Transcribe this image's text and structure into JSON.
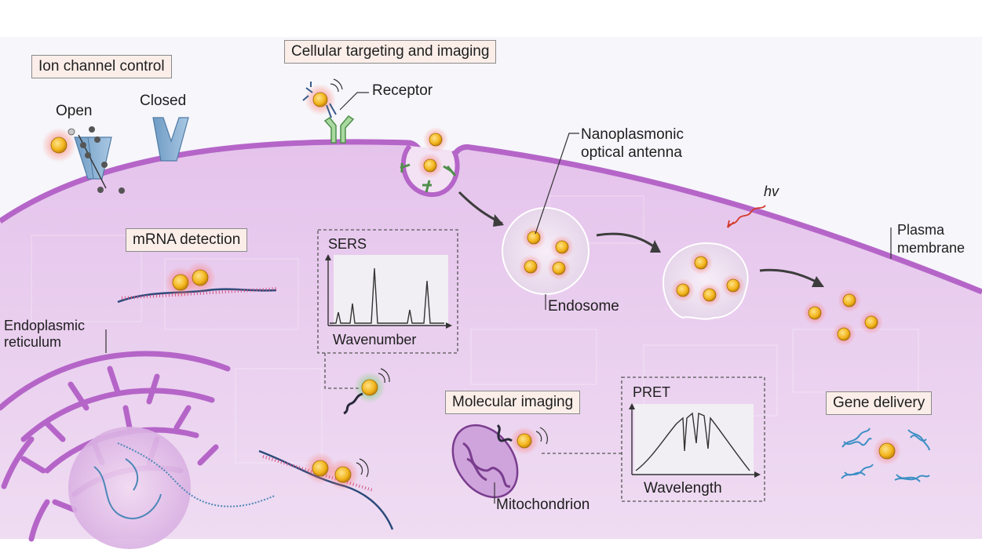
{
  "section_labels": {
    "ion_channel": "Ion channel control",
    "cellular_targeting": "Cellular targeting and imaging",
    "mrna": "mRNA detection",
    "molecular_imaging": "Molecular imaging",
    "gene_delivery": "Gene delivery"
  },
  "annotations": {
    "open": "Open",
    "closed": "Closed",
    "receptor": "Receptor",
    "nanoplasmonic": "Nanoplasmonic",
    "optical_antenna": "optical antenna",
    "hv": "hv",
    "plasma": "Plasma",
    "membrane": "membrane",
    "endosome": "Endosome",
    "endoplasmic": "Endoplasmic",
    "reticulum": "reticulum",
    "mitochondrion": "Mitochondrion"
  },
  "sers_panel": {
    "title": "SERS",
    "xlabel": "Wavenumber"
  },
  "pret_panel": {
    "title": "PRET",
    "xlabel": "Wavelength"
  },
  "colors": {
    "cytoplasm": "#e3c4ea",
    "membrane": "#b565c8",
    "nanoparticle": "#f3b51c",
    "label_bg": "#fbeee9",
    "dna_blue": "#3d8fc4"
  }
}
